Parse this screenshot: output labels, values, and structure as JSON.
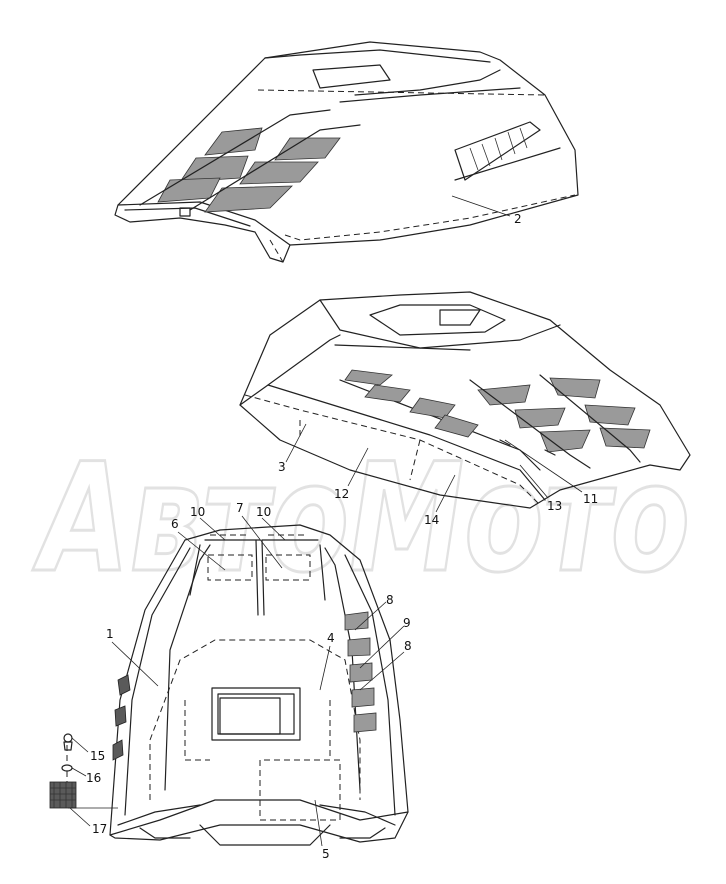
{
  "watermark": {
    "text": "АвтоМото"
  },
  "callouts": [
    {
      "id": "c1",
      "text": "1"
    },
    {
      "id": "c2",
      "text": "2"
    },
    {
      "id": "c3",
      "text": "3"
    },
    {
      "id": "c4",
      "text": "4"
    },
    {
      "id": "c5",
      "text": "5"
    },
    {
      "id": "c6",
      "text": "6"
    },
    {
      "id": "c7",
      "text": "7"
    },
    {
      "id": "c8a",
      "text": "8"
    },
    {
      "id": "c8b",
      "text": "8"
    },
    {
      "id": "c9",
      "text": "9"
    },
    {
      "id": "c10a",
      "text": "10"
    },
    {
      "id": "c10b",
      "text": "10"
    },
    {
      "id": "c11",
      "text": "11"
    },
    {
      "id": "c12",
      "text": "12"
    },
    {
      "id": "c13",
      "text": "13"
    },
    {
      "id": "c14",
      "text": "14"
    },
    {
      "id": "c15",
      "text": "15"
    },
    {
      "id": "c16",
      "text": "16"
    },
    {
      "id": "c17",
      "text": "17"
    }
  ]
}
